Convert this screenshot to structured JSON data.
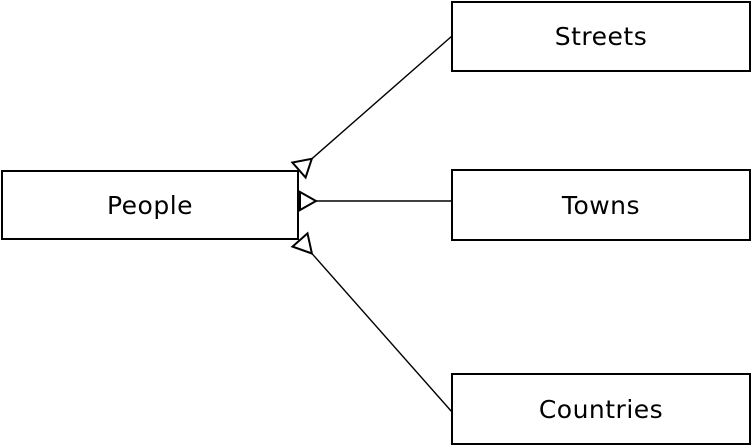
{
  "diagram": {
    "background_color": "#ffffff",
    "stroke_color": "#000000",
    "text_color": "#000000",
    "nodes": [
      {
        "id": "people",
        "label": "People"
      },
      {
        "id": "streets",
        "label": "Streets"
      },
      {
        "id": "towns",
        "label": "Towns"
      },
      {
        "id": "countries",
        "label": "Countries"
      }
    ],
    "edges": [
      {
        "from": "people",
        "to": "streets",
        "arrowhead": "open-triangle",
        "arrowhead_at": "people-end"
      },
      {
        "from": "people",
        "to": "towns",
        "arrowhead": "open-triangle",
        "arrowhead_at": "people-end"
      },
      {
        "from": "people",
        "to": "countries",
        "arrowhead": "open-triangle",
        "arrowhead_at": "people-end"
      }
    ]
  }
}
